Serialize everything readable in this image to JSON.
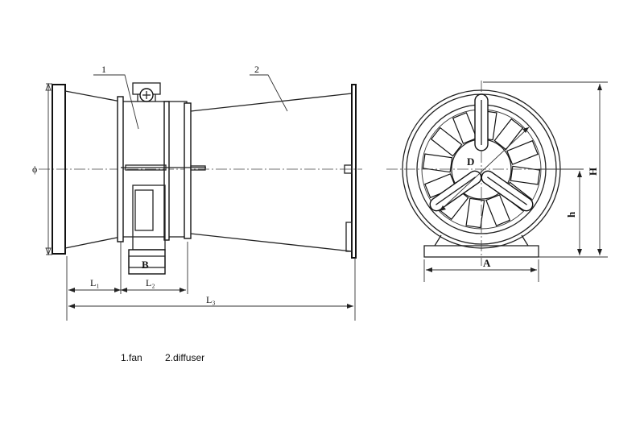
{
  "side_view": {
    "callouts": {
      "fan": "1",
      "diffuser": "2"
    },
    "dimensions": {
      "diameter": "ϕ",
      "l1": "L₁",
      "l2": "L₂",
      "l3": "L₃",
      "b": "B"
    }
  },
  "front_view": {
    "dimensions": {
      "d": "D",
      "a": "A",
      "h_small": "h",
      "h_large": "H"
    }
  },
  "legend": {
    "fan": "1.fan",
    "diffuser": "2.diffuser"
  }
}
